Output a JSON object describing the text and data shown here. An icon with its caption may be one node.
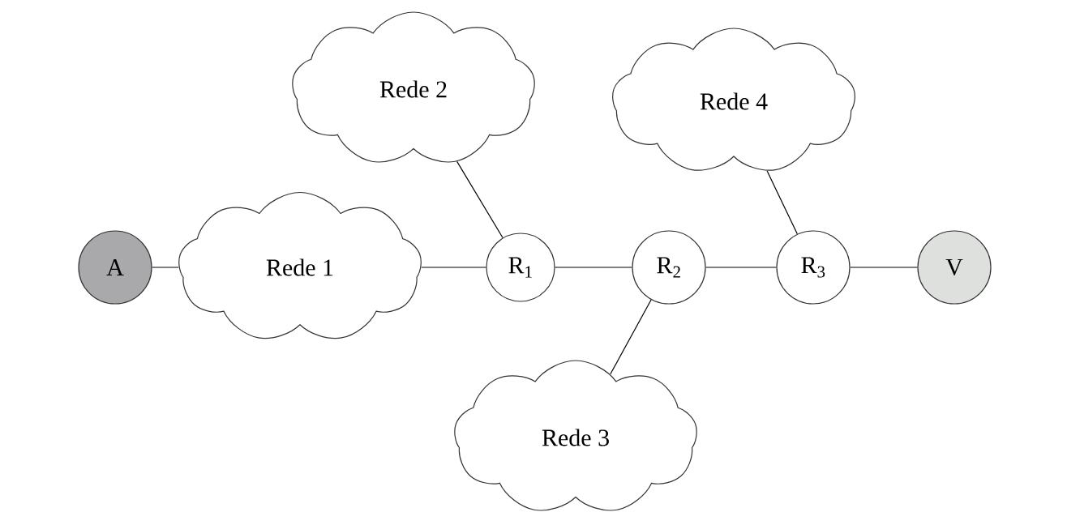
{
  "diagram": {
    "nodes": [
      {
        "text": [
          "A"
        ]
      },
      {
        "text": [
          "Rede 1"
        ]
      },
      {
        "text": [
          "Rede 2"
        ]
      },
      {
        "text": [
          "R$_{1}$"
        ]
      },
      {
        "text": [
          "R$_{2}$"
        ]
      },
      {
        "text": [
          "R$_{3}$"
        ]
      },
      {
        "text": [
          "V"
        ]
      },
      {
        "text": [
          "Rede 3"
        ]
      },
      {
        "text": [
          "Rede 4"
        ]
      }
    ],
    "edges": [
      {
        "from": 0,
        "to": 1,
        "arrow": "none"
      },
      {
        "from": 1,
        "to": 3,
        "arrow": "none"
      },
      {
        "from": 2,
        "to": 3,
        "arrow": "none"
      },
      {
        "from": 3,
        "to": 4,
        "arrow": "none"
      },
      {
        "from": 4,
        "to": 7,
        "arrow": "none"
      },
      {
        "from": 4,
        "to": 5,
        "arrow": "none"
      },
      {
        "from": 8,
        "to": 5,
        "arrow": "none"
      },
      {
        "from": 5,
        "to": 6,
        "arrow": "none"
      }
    ]
  }
}
